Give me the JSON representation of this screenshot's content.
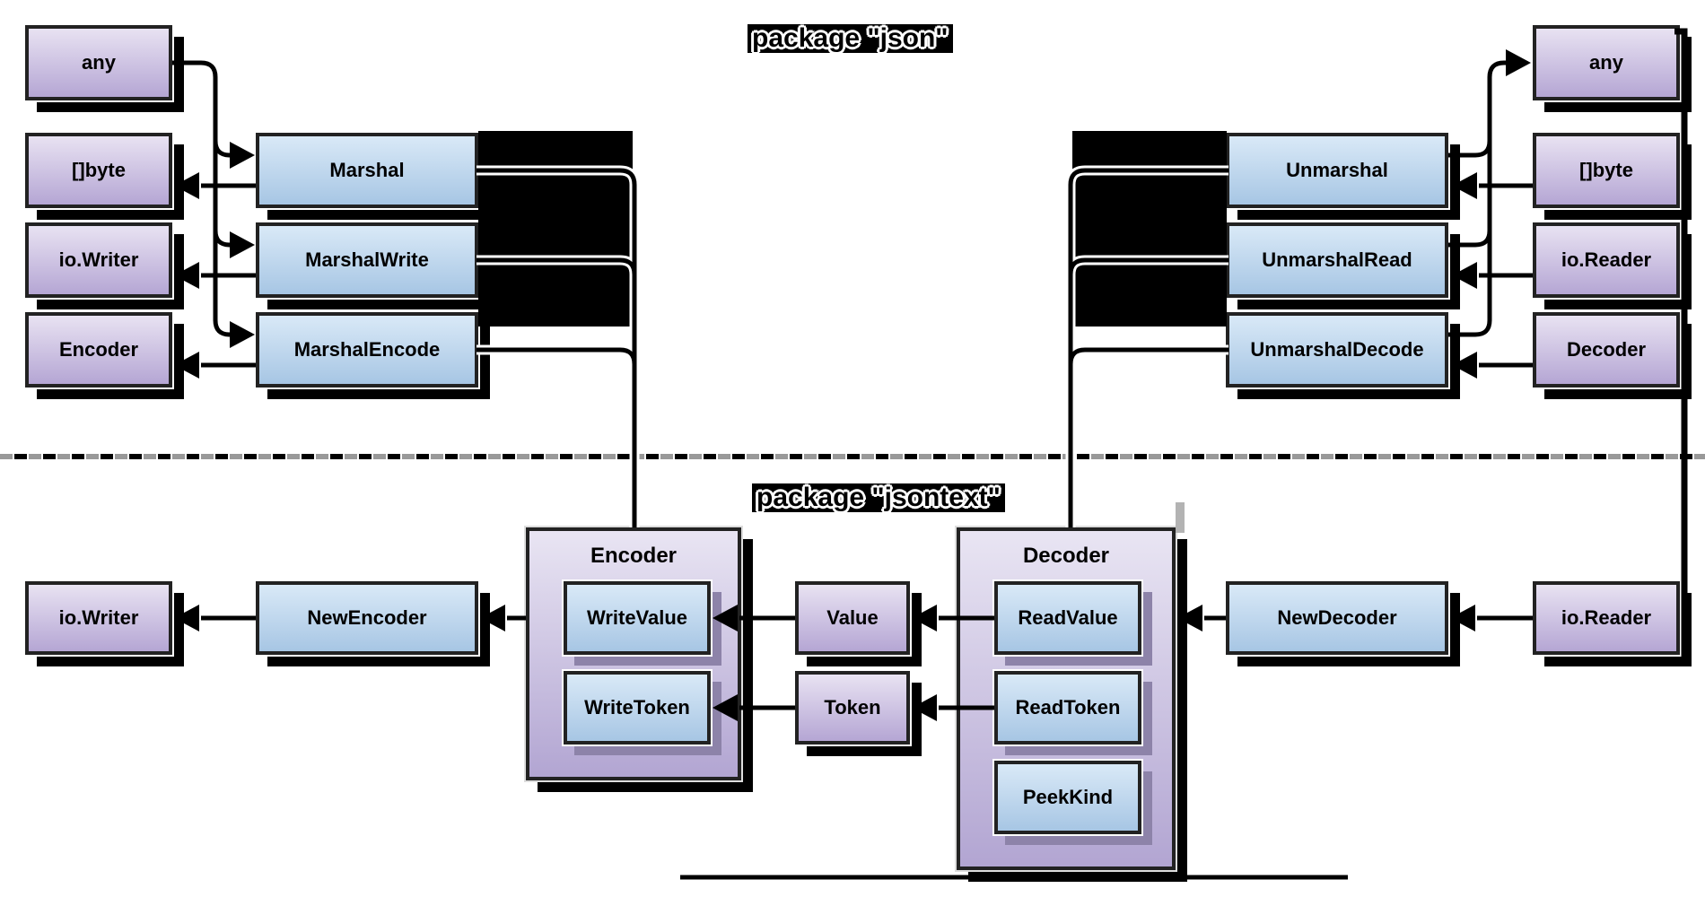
{
  "titles": {
    "json_package": "package \"json\"",
    "jsontext_package": "package \"jsontext\""
  },
  "json": {
    "marshal": {
      "types": [
        "any",
        "[]byte",
        "io.Writer",
        "Encoder"
      ],
      "functions": [
        "Marshal",
        "MarshalWrite",
        "MarshalEncode"
      ]
    },
    "unmarshal": {
      "functions": [
        "Unmarshal",
        "UnmarshalRead",
        "UnmarshalDecode"
      ],
      "types": [
        "any",
        "[]byte",
        "io.Reader",
        "Decoder"
      ]
    }
  },
  "jsontext": {
    "io_writer": "io.Writer",
    "new_encoder": "NewEncoder",
    "encoder": {
      "title": "Encoder",
      "methods": [
        "WriteValue",
        "WriteToken"
      ]
    },
    "value": "Value",
    "token": "Token",
    "decoder": {
      "title": "Decoder",
      "methods": [
        "ReadValue",
        "ReadToken",
        "PeekKind"
      ]
    },
    "new_decoder": "NewDecoder",
    "io_reader": "io.Reader"
  },
  "colors": {
    "type_box_top": "#e8e2f2",
    "type_box_bottom": "#b5a6d4",
    "func_box_top": "#d9e9f7",
    "func_box_bottom": "#a7c6e4",
    "container_top": "#e9e5f3",
    "container_bottom": "#b2a5d2",
    "box_border": "#222222",
    "connector": "#000000",
    "dash_gray": "#999999",
    "inner_shadow": "#8d83a9",
    "outer_shadow": "#000000"
  }
}
